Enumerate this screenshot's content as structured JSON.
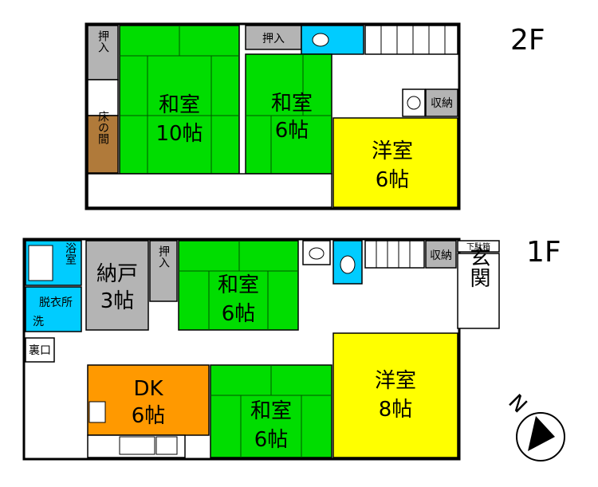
{
  "floors": {
    "upper": "2F",
    "lower": "1F"
  },
  "upper_floor": {
    "oshiire_left": "押入",
    "tokonoma": "床の間",
    "washitsu_large_name": "和室",
    "washitsu_large_size": "10帖",
    "washitsu_small_name": "和室",
    "washitsu_small_size": "6帖",
    "oshiire_top": "押入",
    "yoshitsu_name": "洋室",
    "yoshitsu_size": "6帖",
    "shuno": "収納"
  },
  "lower_floor": {
    "yokushitsu": "浴室",
    "datsuijo": "脱衣所",
    "sen": "洗",
    "nando_name": "納戸",
    "nando_size": "3帖",
    "oshiire": "押入",
    "washitsu_mid_name": "和室",
    "washitsu_mid_size": "6帖",
    "shuno": "収納",
    "getabako": "下駄箱",
    "genkan": "玄関",
    "uraguchi": "裏口",
    "dk_name": "DK",
    "dk_size": "6帖",
    "washitsu_bottom_name": "和室",
    "washitsu_bottom_size": "6帖",
    "yoshitsu_name": "洋室",
    "yoshitsu_size": "8帖"
  },
  "compass": {
    "north_label": "N"
  },
  "colors": {
    "tatami": "#00dd00",
    "western_room": "#ffff00",
    "storage": "#b4b4b4",
    "wet_area": "#00ccff",
    "kitchen": "#ff9900",
    "tokonoma": "#b07a3a",
    "wall": "#000000"
  }
}
